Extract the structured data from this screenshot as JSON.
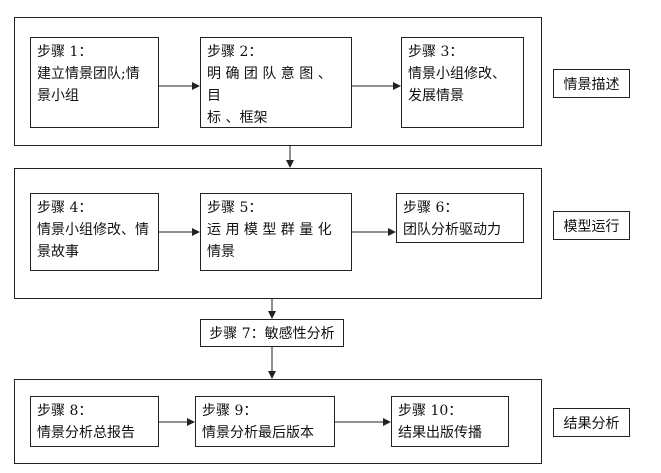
{
  "sections": [
    {
      "name": "情景描述",
      "steps": [
        {
          "title": "步骤 1：",
          "desc": "建立情景团队;情\n景小组"
        },
        {
          "title": "步骤 2：",
          "desc": "明 确 团 队 意 图 、目\n标 、框架"
        },
        {
          "title": "步骤 3：",
          "desc": "情景小组修改、\n发展情景"
        }
      ]
    },
    {
      "name": "模型运行",
      "steps": [
        {
          "title": "步骤 4：",
          "desc": "情景小组修改、情\n景故事"
        },
        {
          "title": "步骤 5：",
          "desc": "运 用 模 型 群 量 化\n情景"
        },
        {
          "title": "步骤 6：",
          "desc": "团队分析驱动力"
        }
      ]
    },
    {
      "name": "结果分析",
      "steps": [
        {
          "title": "步骤 8：",
          "desc": "情景分析总报告"
        },
        {
          "title": "步骤 9：",
          "desc": "情景分析最后版本"
        },
        {
          "title": "步骤 10：",
          "desc": "结果出版传播"
        }
      ]
    }
  ],
  "middle_step": "步骤 7：敏感性分析"
}
